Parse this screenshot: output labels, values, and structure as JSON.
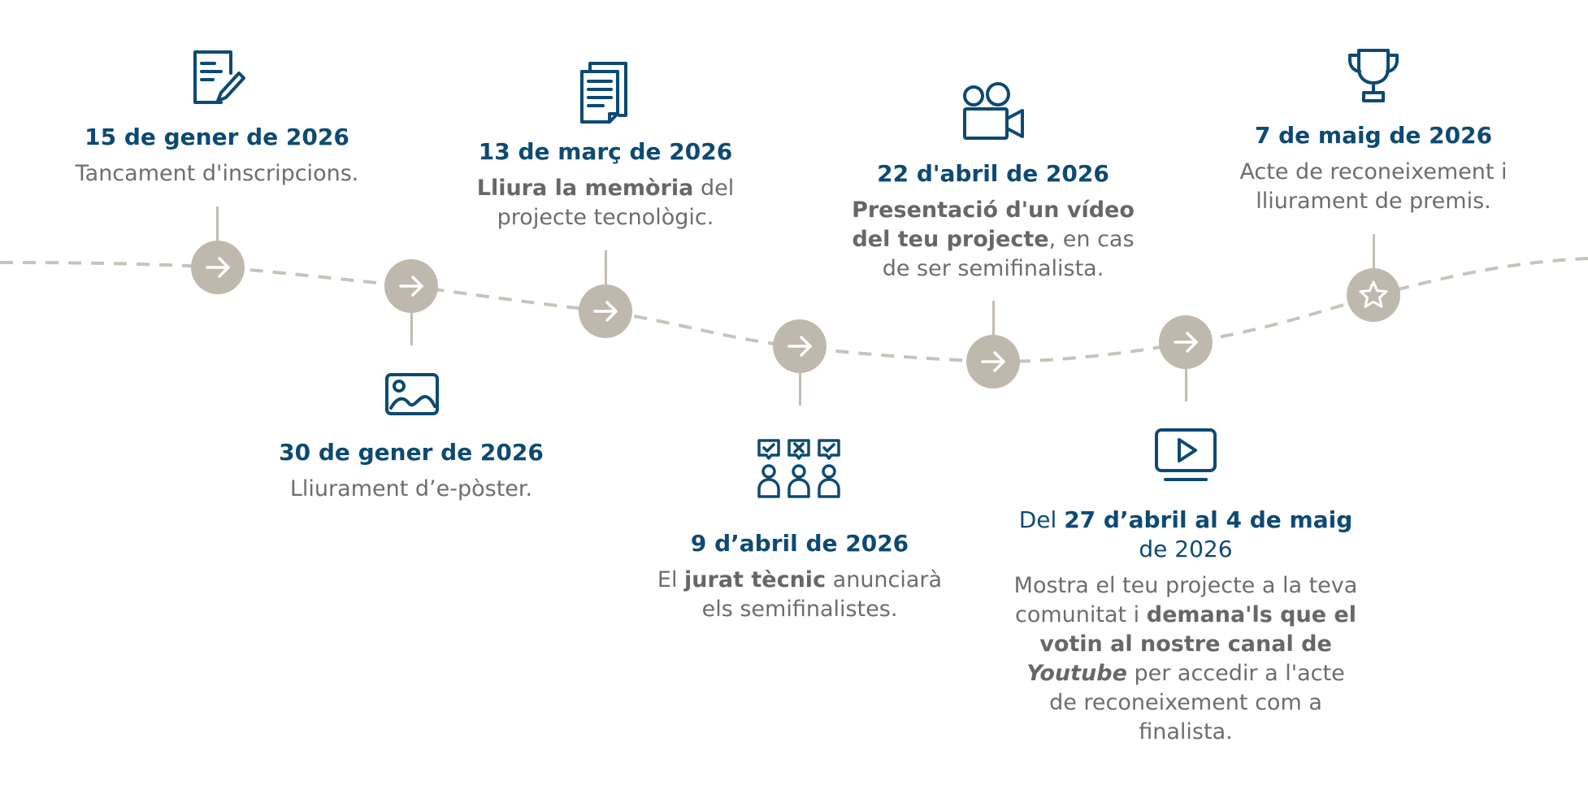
{
  "events": [
    {
      "date": "15 de gener de 2026",
      "desc": [
        {
          "t": "Tancament d'inscripcions."
        }
      ],
      "icon": "document-pen-icon",
      "node": "arrow-right-icon"
    },
    {
      "date": "30 de gener de 2026",
      "desc": [
        {
          "t": "Lliurament d’e-pòster."
        }
      ],
      "icon": "image-icon",
      "node": "arrow-right-icon"
    },
    {
      "date": "13 de març de 2026",
      "desc": [
        {
          "t": "Lliura la memòria",
          "b": true
        },
        {
          "t": " del projecte tecnològic."
        }
      ],
      "icon": "documents-icon",
      "node": "arrow-right-icon"
    },
    {
      "date": "9 d’abril de 2026",
      "desc": [
        {
          "t": "El "
        },
        {
          "t": "jurat tècnic",
          "b": true
        },
        {
          "t": " anunciarà els semifinalistes."
        }
      ],
      "icon": "jury-vote-icon",
      "node": "arrow-right-icon"
    },
    {
      "date": "22 d'abril de 2026",
      "desc": [
        {
          "t": "Presentació d'un vídeo del teu projecte",
          "b": true
        },
        {
          "t": ", en cas de ser semifinalista."
        }
      ],
      "icon": "video-camera-icon",
      "node": "arrow-right-icon"
    },
    {
      "date_parts": [
        {
          "t": "Del "
        },
        {
          "t": "27 d’abril al 4 de maig",
          "b": true
        },
        {
          "t": " de 2026"
        }
      ],
      "desc": [
        {
          "t": "Mostra el teu projecte a la teva comunitat i "
        },
        {
          "t": "demana'ls que el votin al nostre canal de ",
          "b": true
        },
        {
          "t": "Youtube",
          "b": true,
          "i": true
        },
        {
          "t": " per accedir a l'acte de reconeixement com a finalista."
        }
      ],
      "icon": "play-screen-icon",
      "node": "arrow-right-icon"
    },
    {
      "date": "7 de maig de 2026",
      "desc": [
        {
          "t": "Acte de reconeixement i lliurament de premis."
        }
      ],
      "icon": "trophy-icon",
      "node": "star-icon"
    }
  ],
  "colors": {
    "navy": "#0d4a73",
    "grey_node": "#bfb8ad",
    "text": "#6d6d6d",
    "line": "#c2bcb2"
  }
}
